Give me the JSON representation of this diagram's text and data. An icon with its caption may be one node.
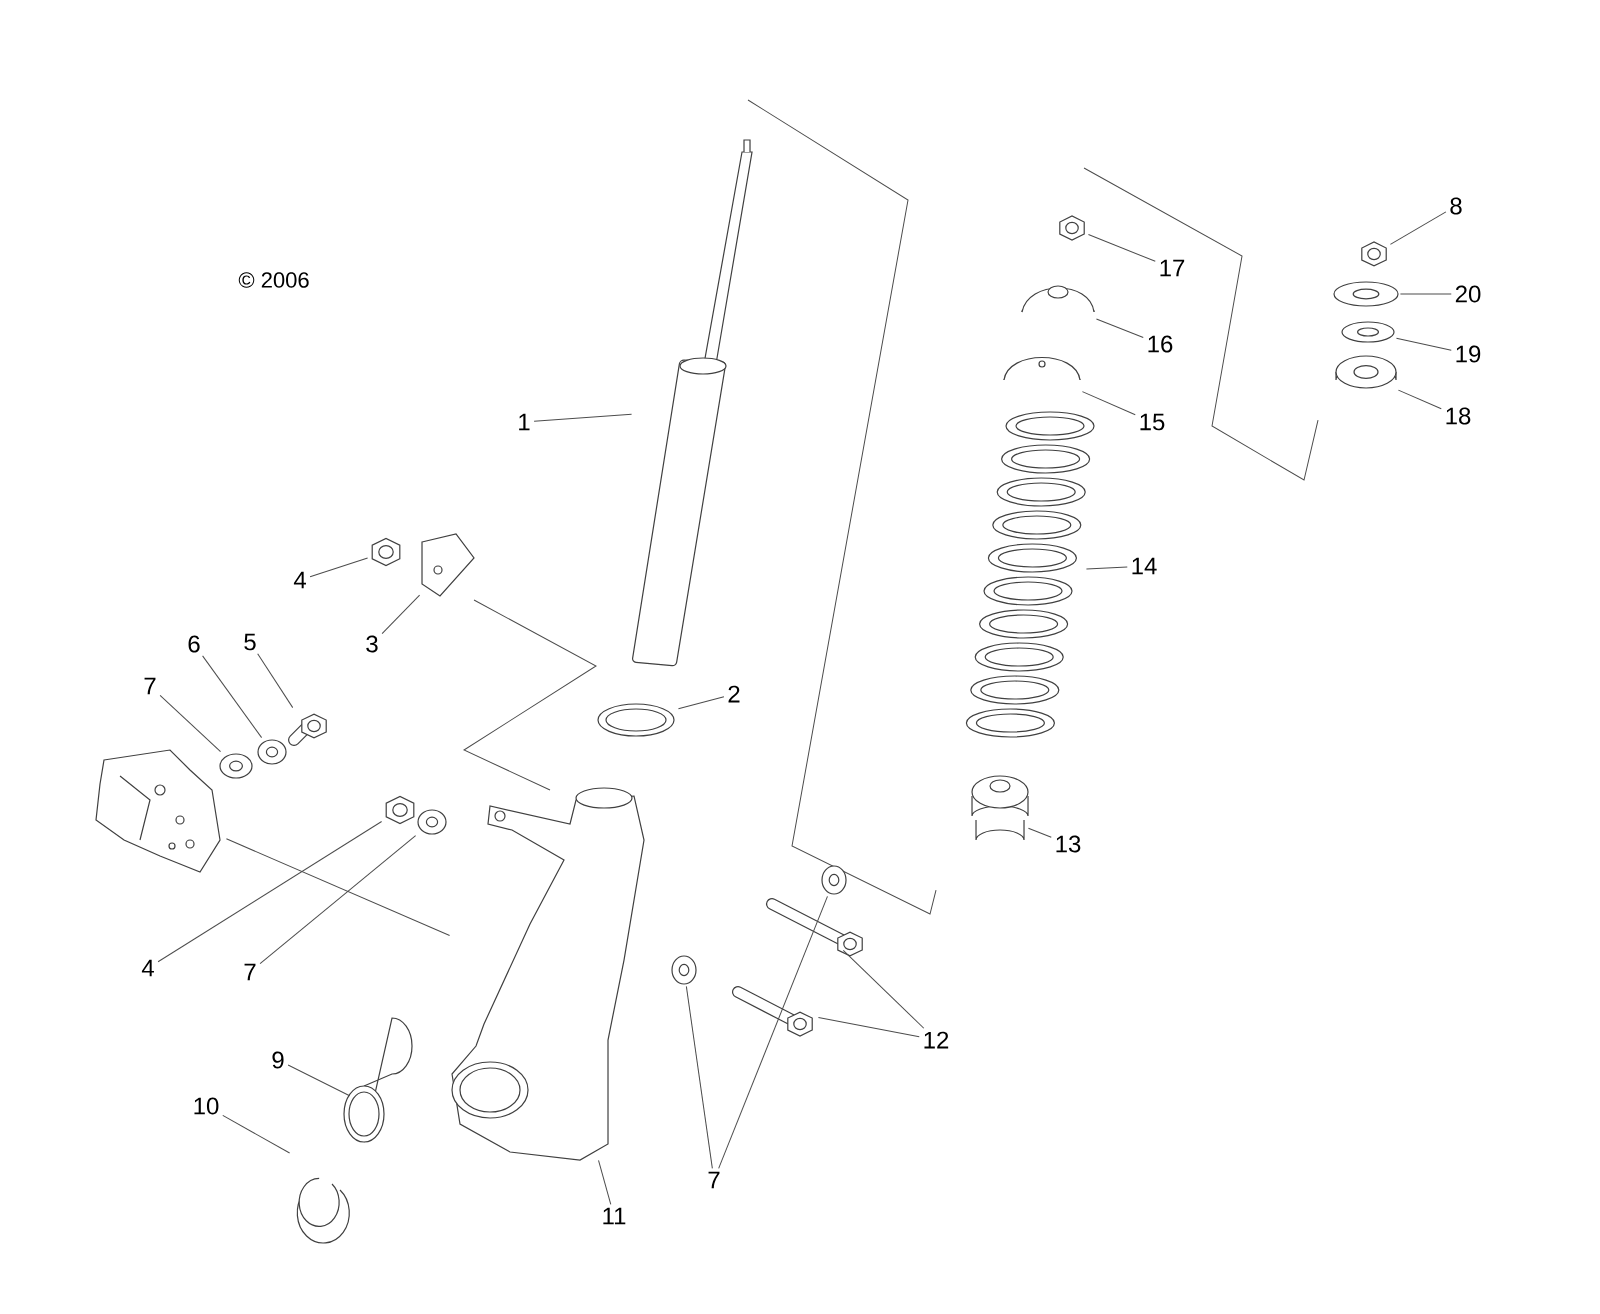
{
  "diagram": {
    "nodes": [
      {
        "text": [
          "1"
        ]
      },
      {
        "text": [
          "2"
        ]
      },
      {
        "text": [
          "3"
        ]
      },
      {
        "text": [
          "4"
        ]
      },
      {
        "text": [
          "5"
        ]
      },
      {
        "text": [
          "6"
        ]
      },
      {
        "text": [
          "7"
        ]
      },
      {
        "text": [
          "4"
        ]
      },
      {
        "text": [
          "7"
        ]
      },
      {
        "text": [
          "9"
        ]
      },
      {
        "text": [
          "10"
        ]
      },
      {
        "text": [
          "11"
        ]
      },
      {
        "text": [
          "7"
        ]
      },
      {
        "text": [
          "12"
        ]
      },
      {
        "text": [
          "13"
        ]
      },
      {
        "text": [
          "14"
        ]
      },
      {
        "text": [
          "15"
        ]
      },
      {
        "text": [
          "16"
        ]
      },
      {
        "text": [
          "17"
        ]
      },
      {
        "text": [
          "8"
        ]
      },
      {
        "text": [
          "20"
        ]
      },
      {
        "text": [
          "19"
        ]
      },
      {
        "text": [
          "18"
        ]
      },
      {
        "text": [],
        "shape": "picture"
      },
      {
        "text": [],
        "shape": "picture"
      },
      {
        "text": [],
        "shape": "picture"
      },
      {
        "text": [],
        "shape": "picture"
      },
      {
        "text": [],
        "shape": "picture"
      },
      {
        "text": [],
        "shape": "picture"
      },
      {
        "text": [],
        "shape": "picture"
      },
      {
        "text": [],
        "shape": "picture"
      },
      {
        "text": [],
        "shape": "picture"
      },
      {
        "text": [],
        "shape": "picture"
      },
      {
        "text": [],
        "shape": "picture"
      },
      {
        "text": [],
        "shape": "picture"
      },
      {
        "text": [],
        "shape": "picture"
      },
      {
        "text": [],
        "shape": "picture"
      },
      {
        "text": [],
        "shape": "picture"
      },
      {
        "text": [],
        "shape": "picture"
      },
      {
        "text": [],
        "shape": "picture"
      },
      {
        "text": [],
        "shape": "picture"
      },
      {
        "text": [],
        "shape": "picture"
      },
      {
        "text": [],
        "shape": "picture"
      },
      {
        "text": [],
        "shape": "picture"
      },
      {
        "text": [],
        "shape": "picture"
      },
      {
        "text": [],
        "shape": "picture"
      },
      {
        "text": [],
        "shape": "picture"
      },
      {
        "text": [],
        "shape": "picture"
      },
      {
        "text": [],
        "shape": "picture"
      }
    ],
    "edges": [
      {
        "from": 0,
        "to": 23,
        "arrow": "none"
      },
      {
        "from": 1,
        "to": 24,
        "arrow": "none"
      },
      {
        "from": 2,
        "to": 25,
        "arrow": "none"
      },
      {
        "from": 3,
        "to": 26,
        "arrow": "none"
      },
      {
        "from": 4,
        "to": 27,
        "arrow": "none"
      },
      {
        "from": 5,
        "to": 28,
        "arrow": "none"
      },
      {
        "from": 6,
        "to": 29,
        "arrow": "none"
      },
      {
        "from": 7,
        "to": 31,
        "arrow": "none"
      },
      {
        "from": 8,
        "to": 32,
        "arrow": "none"
      },
      {
        "from": 9,
        "to": 34,
        "arrow": "none"
      },
      {
        "from": 10,
        "to": 35,
        "arrow": "none"
      },
      {
        "from": 11,
        "to": 33,
        "arrow": "none"
      },
      {
        "from": 12,
        "to": 36,
        "arrow": "none"
      },
      {
        "from": 12,
        "to": 37,
        "arrow": "none"
      },
      {
        "from": 13,
        "to": 38,
        "arrow": "none"
      },
      {
        "from": 13,
        "to": 39,
        "arrow": "none"
      },
      {
        "from": 14,
        "to": 40,
        "arrow": "none"
      },
      {
        "from": 15,
        "to": 41,
        "arrow": "none"
      },
      {
        "from": 16,
        "to": 42,
        "arrow": "none"
      },
      {
        "from": 17,
        "to": 43,
        "arrow": "none"
      },
      {
        "from": 18,
        "to": 44,
        "arrow": "none"
      },
      {
        "from": 19,
        "to": 45,
        "arrow": "none"
      },
      {
        "from": 20,
        "to": 46,
        "arrow": "none"
      },
      {
        "from": 21,
        "to": 47,
        "arrow": "none"
      },
      {
        "from": 22,
        "to": 48,
        "arrow": "none"
      },
      {
        "from": 30,
        "to": 33,
        "arrow": "none"
      }
    ],
    "labels": [
      "© 2006"
    ]
  }
}
